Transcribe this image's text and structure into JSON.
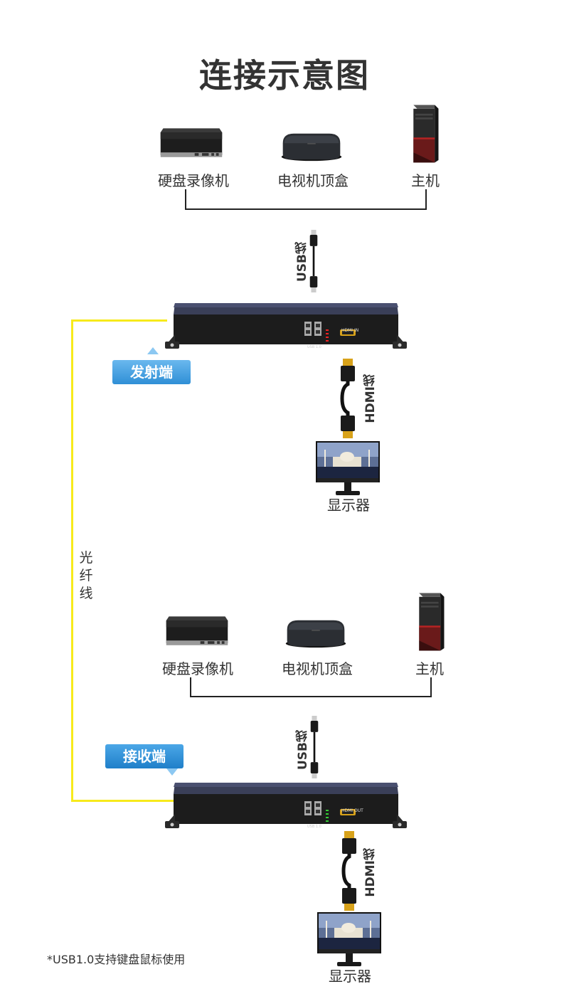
{
  "title": "连接示意图",
  "top_section": {
    "devices": [
      {
        "icon": "dvr-icon",
        "label": "硬盘录像机"
      },
      {
        "icon": "set-top-box-icon",
        "label": "电视机顶盒"
      },
      {
        "icon": "pc-tower-icon",
        "label": "主机"
      }
    ],
    "usb_cable_label": "USB线",
    "transmitter": {
      "badge": "发射端",
      "port_label": "HDMI IN",
      "usb_label": "USB 1.0"
    },
    "hdmi_cable_label": "HDMI线",
    "monitor_label": "显示器"
  },
  "fiber_label": "光纤线",
  "bottom_section": {
    "devices": [
      {
        "icon": "dvr-icon",
        "label": "硬盘录像机"
      },
      {
        "icon": "set-top-box-icon",
        "label": "电视机顶盒"
      },
      {
        "icon": "pc-tower-icon",
        "label": "主机"
      }
    ],
    "usb_cable_label": "USB线",
    "receiver": {
      "badge": "接收端",
      "port_label": "HDMI OUT",
      "usb_label": "USB 1.0"
    },
    "hdmi_cable_label": "HDMI线",
    "monitor_label": "显示器"
  },
  "footnote": "*USB1.0支持键盘鼠标使用",
  "colors": {
    "fiber": "#f7ea1c",
    "badge_blue": "#2f8fd6",
    "device_body": "#1c1c1c"
  }
}
